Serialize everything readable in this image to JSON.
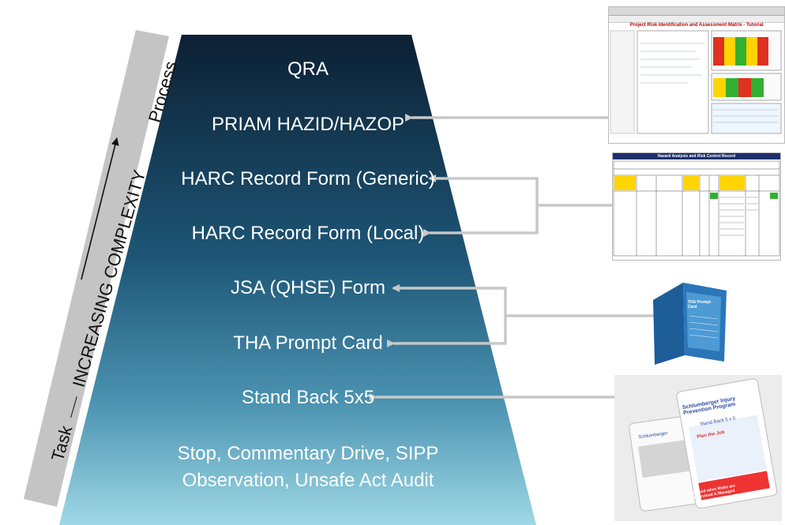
{
  "axis": {
    "task_label": "Task",
    "complexity_label": "INCREASING COMPLEXITY",
    "process_label": "Process"
  },
  "levels": [
    "QRA",
    "PRIAM HAZID/HAZOP",
    "HARC Record Form (Generic)",
    "HARC Record Form (Local)",
    "JSA (QHSE) Form",
    "THA Prompt Card",
    "Stand Back 5x5",
    "Stop, Commentary Drive, SIPP",
    "Observation, Unsafe Act Audit"
  ],
  "thumbnails": {
    "priam_title": "Project Risk Identification and Assessment Matrix - Tutorial",
    "harc_title": "Hazard Analysis and Risk Control Record",
    "tha_title": "THA Prompt Card",
    "sipp_brand": "Schlumberger Injury Prevention Program",
    "sipp_subtitle": "Stand Back 5 x 5",
    "sipp_plan": "Plan the Job",
    "sipp_proceed": "Proceed when Risks are Understood & Managed"
  },
  "colors": {
    "pyramid_top": "#0c2033",
    "pyramid_bottom": "#9fd8e6",
    "arrow": "#c8c8c8",
    "side_bar": "#c4c4c4"
  }
}
